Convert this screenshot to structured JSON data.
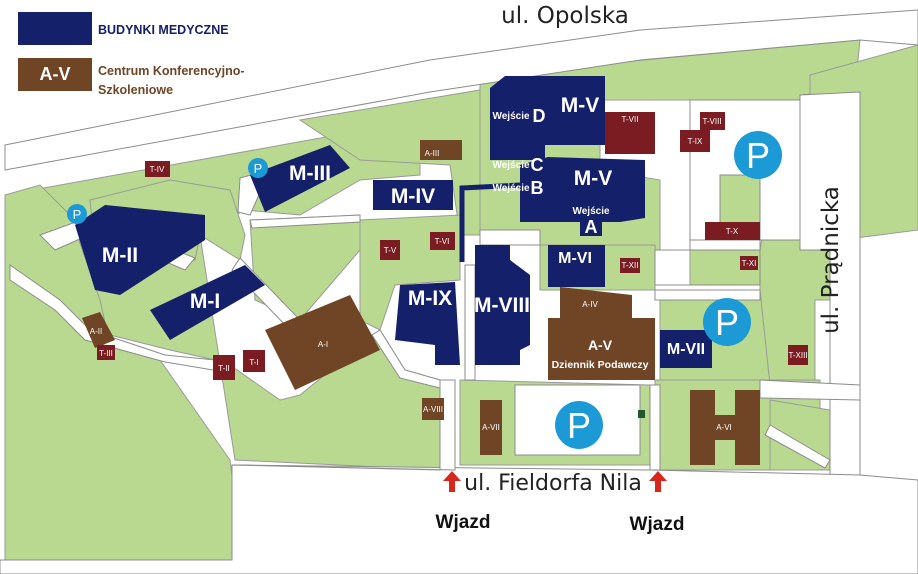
{
  "legend": {
    "medical_label": "BUDYNKI MEDYCZNE",
    "conference_code": "A-V",
    "conference_label": "Centrum Konferencyjno-Szkoleniowe"
  },
  "streets": {
    "north": "ul. Opolska",
    "east": "ul. Prądnicka",
    "south": "ul. Fieldorfa Nila"
  },
  "entrances": {
    "label": "Wjazd"
  },
  "buildings": {
    "m1": "M-I",
    "m2": "M-II",
    "m3": "M-III",
    "m4": "M-IV",
    "m5a": "M-V",
    "m5b": "M-V",
    "m6": "M-VI",
    "m7": "M-VII",
    "m8": "M-VIII",
    "m9": "M-IX"
  },
  "doors": {
    "d": "Wejście",
    "d_letter": "D",
    "c": "Wejście",
    "c_letter": "C",
    "b": "Wejście",
    "b_letter": "B",
    "a": "Wejście",
    "a_letter": "A"
  },
  "a_buildings": {
    "a1": "A-I",
    "a2": "A-II",
    "a3": "A-III",
    "a4": "A-IV",
    "a5": "A-V",
    "a5_sub": "Dziennik Podawczy",
    "a6": "A-VI",
    "a7": "A-VII",
    "a8": "A-VIII"
  },
  "t_buildings": {
    "t1": "T-I",
    "t2": "T-II",
    "t3": "T-III",
    "t4": "T-IV",
    "t5": "T-V",
    "t6": "T-VI",
    "t7": "T-VII",
    "t8": "T-VIII",
    "t9": "T-IX",
    "t10": "T-X",
    "t11": "T-XI",
    "t12": "T-XII",
    "t13": "T-XIII"
  },
  "parking": {
    "symbol": "P"
  },
  "colors": {
    "grass": "#b8d98f",
    "road": "#ffffff",
    "medical": "#15206b",
    "conference": "#6f4526",
    "technical": "#7a1c22",
    "parking": "#1c9ad6",
    "arrow": "#d9261c"
  }
}
